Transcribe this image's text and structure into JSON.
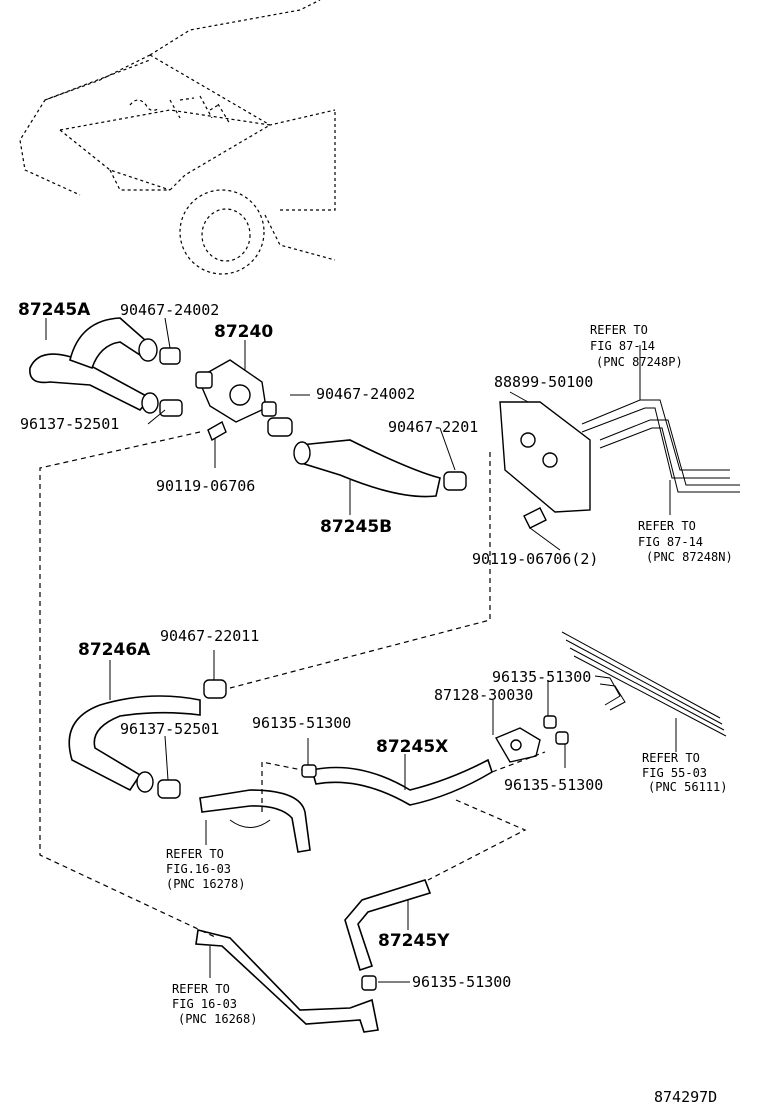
{
  "colors": {
    "ink": "#000000",
    "paper": "#ffffff"
  },
  "labels": {
    "p87245A": "87245A",
    "p90467_24002_a": "90467-24002",
    "p87240": "87240",
    "p90467_24002_b": "90467-24002",
    "p96137_52501_a": "96137-52501",
    "p90119_06706_a": "90119-06706",
    "p88899_50100": "88899-50100",
    "p90467_2201": "90467-2201",
    "p87245B": "87245B",
    "p90119_06706_2": "90119-06706(2)",
    "refer_p_1": "REFER TO",
    "refer_p_2": "FIG 87-14",
    "refer_p_3": "(PNC 87248P)",
    "refer_n_1": "REFER TO",
    "refer_n_2": "FIG 87-14",
    "refer_n_3": "(PNC 87248N)",
    "p87246A": "87246A",
    "p90467_22011": "90467-22011",
    "p96135_51300_a": "96135-51300",
    "p87128_30030": "87128-30030",
    "p96137_52501_b": "96137-52501",
    "p96135_51300_b": "96135-51300",
    "p87245X": "87245X",
    "p96135_51300_c": "96135-51300",
    "refer_55_1": "REFER TO",
    "refer_55_2": "FIG 55-03",
    "refer_55_3": "(PNC 56111)",
    "refer_16278_1": "REFER TO",
    "refer_16278_2": "FIG.16-03",
    "refer_16278_3": "(PNC 16278)",
    "p87245Y": "87245Y",
    "p96135_51300_d": "96135-51300",
    "refer_16268_1": "REFER TO",
    "refer_16268_2": "FIG 16-03",
    "refer_16268_3": "(PNC 16268)",
    "figure_id": "874297D"
  }
}
